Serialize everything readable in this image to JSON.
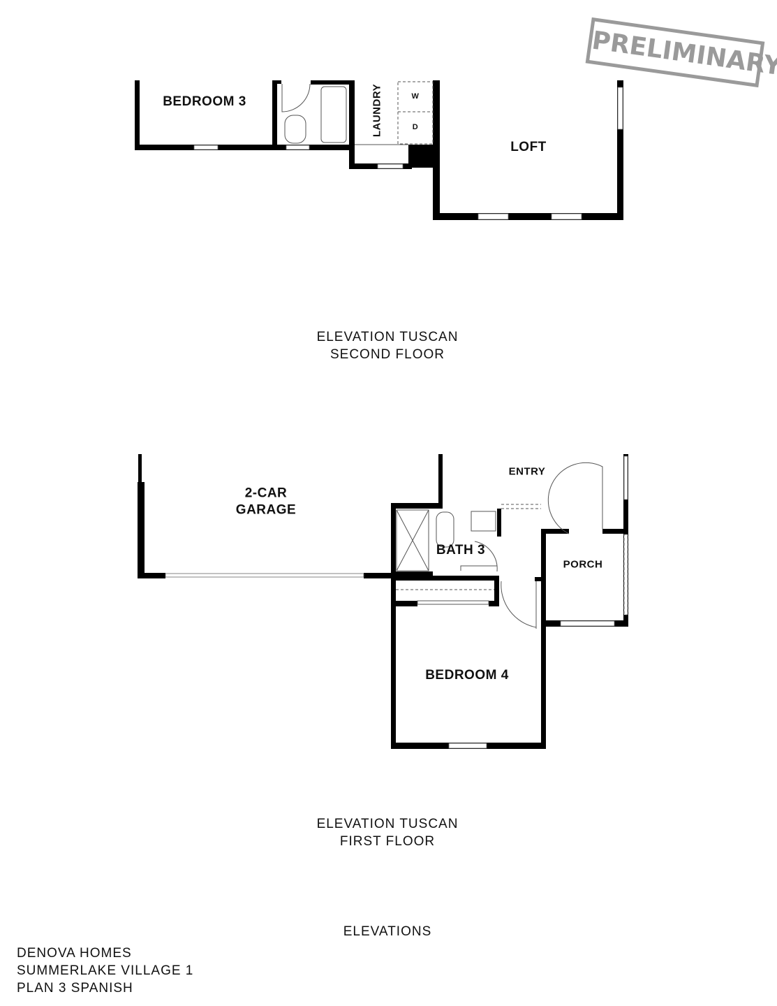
{
  "stamp": "PRELIMINARY",
  "second_floor": {
    "rooms": {
      "bedroom": "BEDROOM 3",
      "laundry": "LAUNDRY",
      "washer": "W",
      "dryer": "D",
      "loft": "LOFT"
    },
    "caption_line1": "ELEVATION TUSCAN",
    "caption_line2": "SECOND FLOOR"
  },
  "first_floor": {
    "rooms": {
      "garage_line1": "2-CAR",
      "garage_line2": "GARAGE",
      "entry": "ENTRY",
      "bath": "BATH 3",
      "porch": "PORCH",
      "bedroom": "BEDROOM 4"
    },
    "caption_line1": "ELEVATION TUSCAN",
    "caption_line2": "FIRST FLOOR"
  },
  "sheet_title": "ELEVATIONS",
  "footer": {
    "builder": "DENOVA HOMES",
    "community": "SUMMERLAKE VILLAGE 1",
    "plan": "PLAN 3 SPANISH"
  }
}
